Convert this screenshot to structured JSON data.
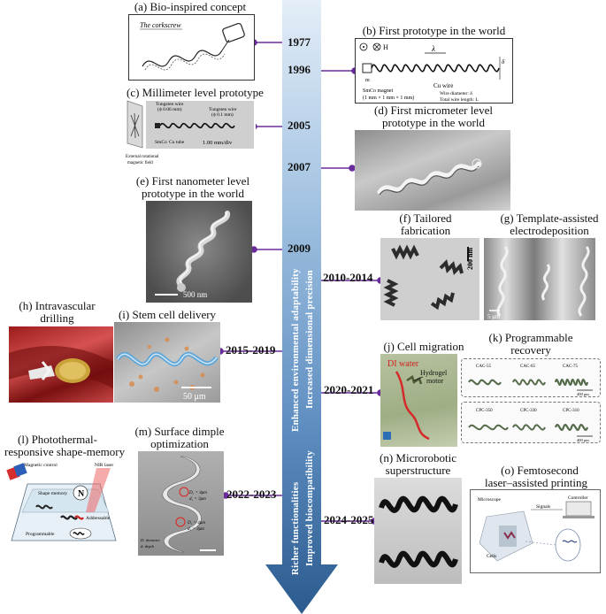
{
  "timeline": {
    "years": [
      "1977",
      "1996",
      "2005",
      "2007",
      "2009",
      "2010-2014",
      "2015-2019",
      "2020-2021",
      "2022-2023",
      "2024-2025"
    ],
    "arrow_labels": {
      "env": "Enhanced environmental adaptability",
      "dim": "Increased dimensional precision",
      "rich": "Richer functionalities",
      "bio": "Improved biocompatibility"
    }
  },
  "panels": {
    "a": {
      "caption": "(a) Bio-inspired concept",
      "sketch_text": "The corkscrew"
    },
    "b": {
      "caption": "First prototype in the world",
      "tag": "(b)",
      "h": "H",
      "lambda": "λ",
      "delta": "δ",
      "m": "m",
      "magnet": "SmCo magnet",
      "magnet_size": "(1 mm × 1 mm × 1 mm)",
      "wire": "Cu wire",
      "wire_d": "Wire diameter: δ",
      "wire_l": "Total wire length: L"
    },
    "c": {
      "caption": "(c) Millimeter level prototype",
      "tungsten1": "Tungsten wire",
      "tungsten1_size": "(ϕ 0.06 mm)",
      "tungsten2": "Tungsten wire",
      "tungsten2_size": "(ϕ 0.1 mm)",
      "smco": "SmCo",
      "cutube": "Cu tube",
      "scale": "1.00 mm/div",
      "ext1": "External rotational",
      "ext2": "magnetic field"
    },
    "d": {
      "caption1": "(d) First micrometer level",
      "caption2": "prototype in the world"
    },
    "e": {
      "caption1": "(e) First nanometer level",
      "caption2": "prototype in the world",
      "scale": "500 nm"
    },
    "f": {
      "caption1": "(f) Tailored",
      "caption2": "fabrication",
      "scale": "200 nm"
    },
    "g": {
      "caption1": "(g) Template-assisted",
      "caption2": "electrodeposition",
      "scale": "5 μm"
    },
    "h": {
      "caption1": "(h) Intravascular",
      "caption2": "drilling"
    },
    "i": {
      "caption": "(i) Stem cell delivery",
      "scale": "50 μm"
    },
    "j": {
      "caption": "(j) Cell migration",
      "di": "DI water",
      "motor1": "Hydrogel",
      "motor2": "motor"
    },
    "k": {
      "caption1": "(k) Programmable",
      "caption2": "recovery",
      "labels_top": [
        "CAC-55",
        "CAC-65",
        "CAC-75"
      ],
      "labels_bottom": [
        "CPC-350",
        "CPC-330",
        "CPC-310"
      ],
      "scale": "400 μm"
    },
    "l": {
      "caption1": "(l) Photothermal-",
      "caption2": "responsive shape-memory",
      "magnetic": "Magnetic control",
      "nir": "NIR laser",
      "shape": "Shape memory",
      "addressable": "Addressable",
      "programmable": "Programmable",
      "N": "N"
    },
    "m": {
      "caption1": "(m) Surface dimple",
      "caption2": "optimization",
      "d1": "D₁ = 4μm",
      "d2": "d₁ = 3μm",
      "d3": "D₂ = 4μm",
      "d4": "d₂ = 3μm",
      "legend1": "D: diameter",
      "legend2": "d: depth"
    },
    "n": {
      "caption1": "(n) Microrobotic",
      "caption2": "superstructure"
    },
    "o": {
      "caption1": "(o) Femtosecond",
      "caption2": "laser–assisted printing",
      "microscope": "Microscope",
      "signals": "Signals",
      "controller": "Controller",
      "cells": "Cells"
    }
  },
  "colors": {
    "arrow_top": "#d8e7f5",
    "arrow_mid": "#6f9dc9",
    "arrow_bottom": "#2f5f93",
    "connector": "#6a2c9a",
    "dot": "#6a2c9a"
  }
}
